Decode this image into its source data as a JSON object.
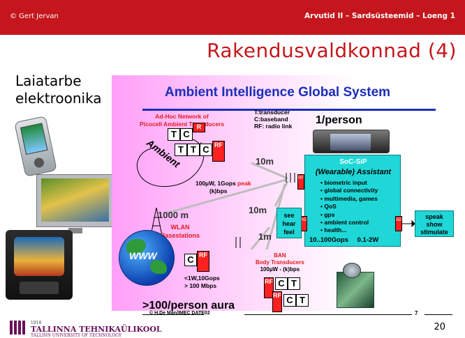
{
  "header": {
    "copyright": "© Gert Jervan",
    "course": "Arvutid II – Sardsüsteemid – Loeng 1",
    "bg_color": "#c4161c"
  },
  "slide": {
    "title": "Rakendusvaldkonnad (4)",
    "left_heading_line1": "Laiatarbe",
    "left_heading_line2": "elektroonika",
    "page_number": "20"
  },
  "diagram": {
    "title": "Ambient Intelligence Global System",
    "adhoc_line1": "Ad-Hoc Network of",
    "adhoc_line2": "Picocell Ambient Transducers",
    "legend_t": "T:transducer",
    "legend_c": "C:baseband",
    "legend_rf": "RF: radio link",
    "per_person": "1/person",
    "ambient": "Ambient",
    "power_line1_a": "100µW, 1Gops ",
    "power_line1_b": "peak",
    "power_line2": "(k)bps",
    "dist_10m_a": "10m",
    "dist_10m_b": "10m",
    "dist_1000m": "1000 m",
    "dist_1m": "1m",
    "wlan_line1": "WLAN",
    "wlan_line2": "Basestations",
    "www": "WWW",
    "wlan_spec1": "<1W,10Gops",
    "wlan_spec2": "> 100 Mbps",
    "soc_title": "SoC-SiP",
    "soc_subtitle": "(Wearable) Assistant",
    "soc_features": [
      "biometric input",
      "global connectivity",
      "multimedia, games",
      "QoS",
      "gps",
      "ambient control",
      "health..."
    ],
    "soc_spec_a": "10..100Gops",
    "soc_spec_b": "0.1-2W",
    "see_hear_feel_1": "see",
    "see_hear_feel_2": "hear",
    "see_hear_feel_3": "feel",
    "sss_1": "speak",
    "sss_2": "show",
    "sss_3": "stimulate",
    "ban_line1": "BAN",
    "ban_line2": "Body Transducers",
    "ban_line3": "100µW - (k)bps",
    "aura": ">100/person aura",
    "footer_source": "© H.De Man/IMEC  DATE02",
    "footer_num": "7",
    "cell_t": "T",
    "cell_c": "C",
    "cell_r": "R",
    "cell_rf": "RF",
    "cell_ad": "AD"
  },
  "logo": {
    "year": "1918",
    "name": "TALLINNA TEHNIKAÜLIKOOL",
    "sub": "TALLINN UNIVERSITY OF TECHNOLOGY"
  }
}
